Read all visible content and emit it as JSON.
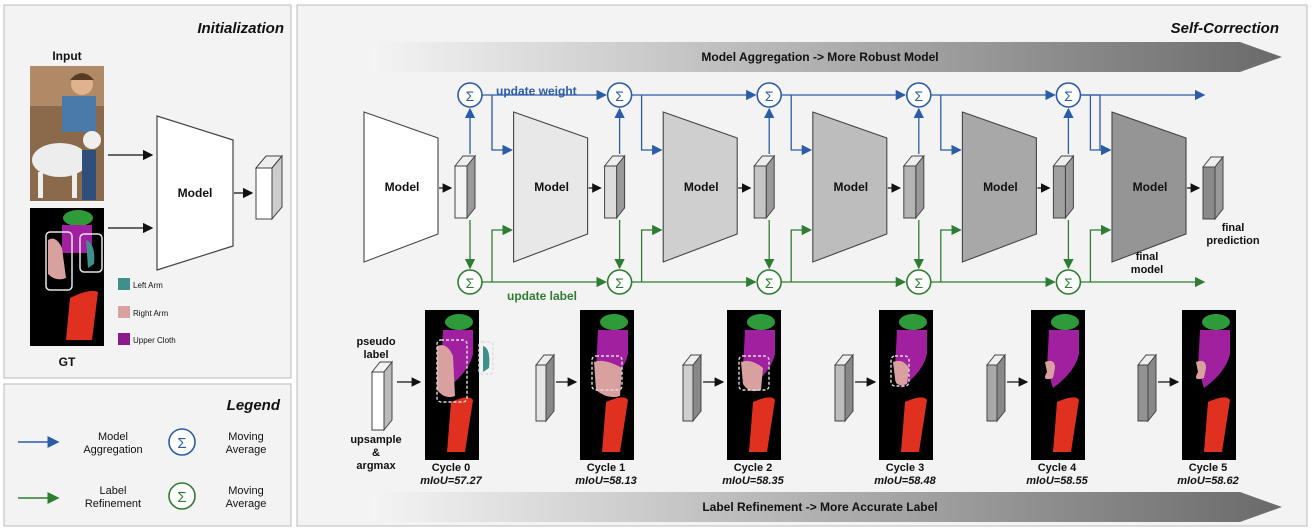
{
  "panels": {
    "init_title": "Initialization",
    "self_title": "Self-Correction",
    "legend_title": "Legend"
  },
  "init": {
    "input_label": "Input",
    "gt_label": "GT",
    "model_label": "Model",
    "gt_legend": [
      {
        "label": "Left Arm",
        "color": "#3f8f8a"
      },
      {
        "label": "Right Arm",
        "color": "#d9a0a0"
      },
      {
        "label": "Upper Cloth",
        "color": "#8b1a8b"
      }
    ]
  },
  "banners": {
    "top": "Model Aggregation -> More Robust Model",
    "bottom": "Label Refinement -> More Accurate Label"
  },
  "flow": {
    "update_weight": "update weight",
    "update_label": "update label",
    "model_label": "Model",
    "final_model": "final model",
    "final_prediction": "final prediction",
    "pseudo_label": "pseudo label",
    "upsample": "upsample & argmax",
    "sigma": "Σ"
  },
  "cycles": [
    {
      "name": "Cycle 0",
      "miou": "mIoU=57.27"
    },
    {
      "name": "Cycle 1",
      "miou": "mIoU=58.13"
    },
    {
      "name": "Cycle 2",
      "miou": "mIoU=58.35"
    },
    {
      "name": "Cycle 3",
      "miou": "mIoU=58.48"
    },
    {
      "name": "Cycle 4",
      "miou": "mIoU=58.55"
    },
    {
      "name": "Cycle 5",
      "miou": "mIoU=58.62"
    }
  ],
  "legend": {
    "blue_label": "Model Aggregation",
    "blue_avg": "Moving Average",
    "green_label": "Label Refinement",
    "green_avg": "Moving Average",
    "blue_color": "#2a5ca8",
    "green_color": "#2e7d32"
  }
}
